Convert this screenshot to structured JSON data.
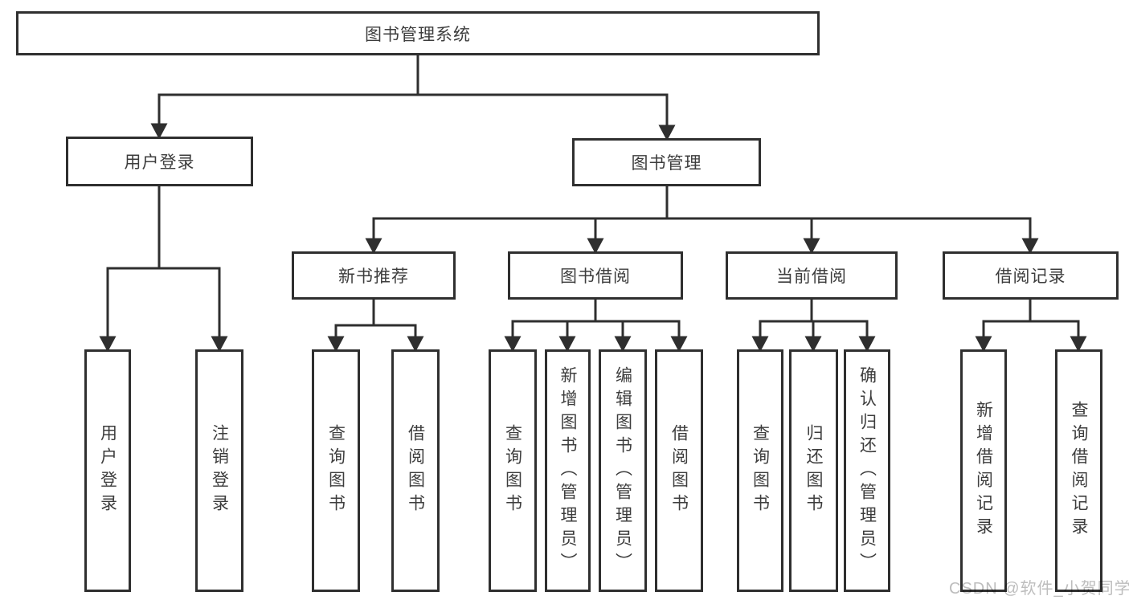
{
  "root": {
    "label": "图书管理系统"
  },
  "user_login": {
    "label": "用户登录",
    "children": [
      {
        "label": "用户登录"
      },
      {
        "label": "注销登录"
      }
    ]
  },
  "book_mgmt": {
    "label": "图书管理",
    "children": [
      {
        "label": "新书推荐",
        "children": [
          {
            "label": "查询图书"
          },
          {
            "label": "借阅图书"
          }
        ]
      },
      {
        "label": "图书借阅",
        "children": [
          {
            "label": "查询图书"
          },
          {
            "label": "新增图书（管理员）"
          },
          {
            "label": "编辑图书（管理员）"
          },
          {
            "label": "借阅图书"
          }
        ]
      },
      {
        "label": "当前借阅",
        "children": [
          {
            "label": "查询图书"
          },
          {
            "label": "归还图书"
          },
          {
            "label": "确认归还（管理员）"
          }
        ]
      },
      {
        "label": "借阅记录",
        "children": [
          {
            "label": "新增借阅记录"
          },
          {
            "label": "查询借阅记录"
          }
        ]
      }
    ]
  },
  "watermark": {
    "text": "CSDN @软件_小贺同学"
  },
  "colors": {
    "line": "#2f2f2f",
    "box_border": "#2f2f2f",
    "text": "#3d3d3d",
    "background": "#ffffff",
    "watermark": "#b2b2b2"
  }
}
